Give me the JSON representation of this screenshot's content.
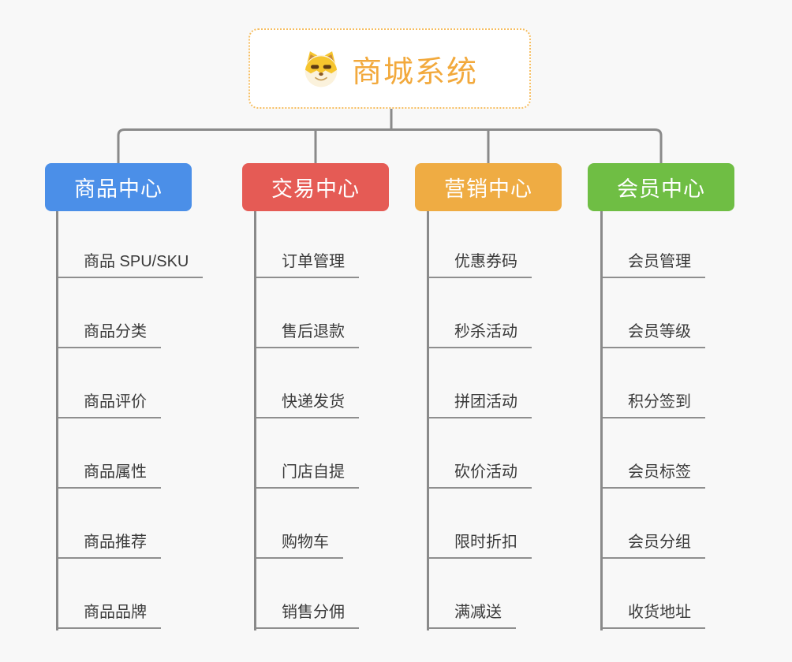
{
  "root": {
    "title": "商城系统",
    "icon": "dog-icon"
  },
  "colors": {
    "background": "#F8F8F8",
    "connector": "#8A8A8A",
    "underline": "#8F8F8F",
    "root_text": "#F2A93C",
    "root_border": "#F6BE62"
  },
  "branches": [
    {
      "id": "product-center",
      "label": "商品中心",
      "color": "#4B8FE8",
      "items": [
        "商品 SPU/SKU",
        "商品分类",
        "商品评价",
        "商品属性",
        "商品推荐",
        "商品品牌"
      ]
    },
    {
      "id": "trade-center",
      "label": "交易中心",
      "color": "#E55B55",
      "items": [
        "订单管理",
        "售后退款",
        "快递发货",
        "门店自提",
        "购物车",
        "销售分佣"
      ]
    },
    {
      "id": "marketing-center",
      "label": "营销中心",
      "color": "#EFAC43",
      "items": [
        "优惠券码",
        "秒杀活动",
        "拼团活动",
        "砍价活动",
        "限时折扣",
        "满减送"
      ]
    },
    {
      "id": "member-center",
      "label": "会员中心",
      "color": "#6FBE44",
      "items": [
        "会员管理",
        "会员等级",
        "积分签到",
        "会员标签",
        "会员分组",
        "收货地址"
      ]
    }
  ]
}
